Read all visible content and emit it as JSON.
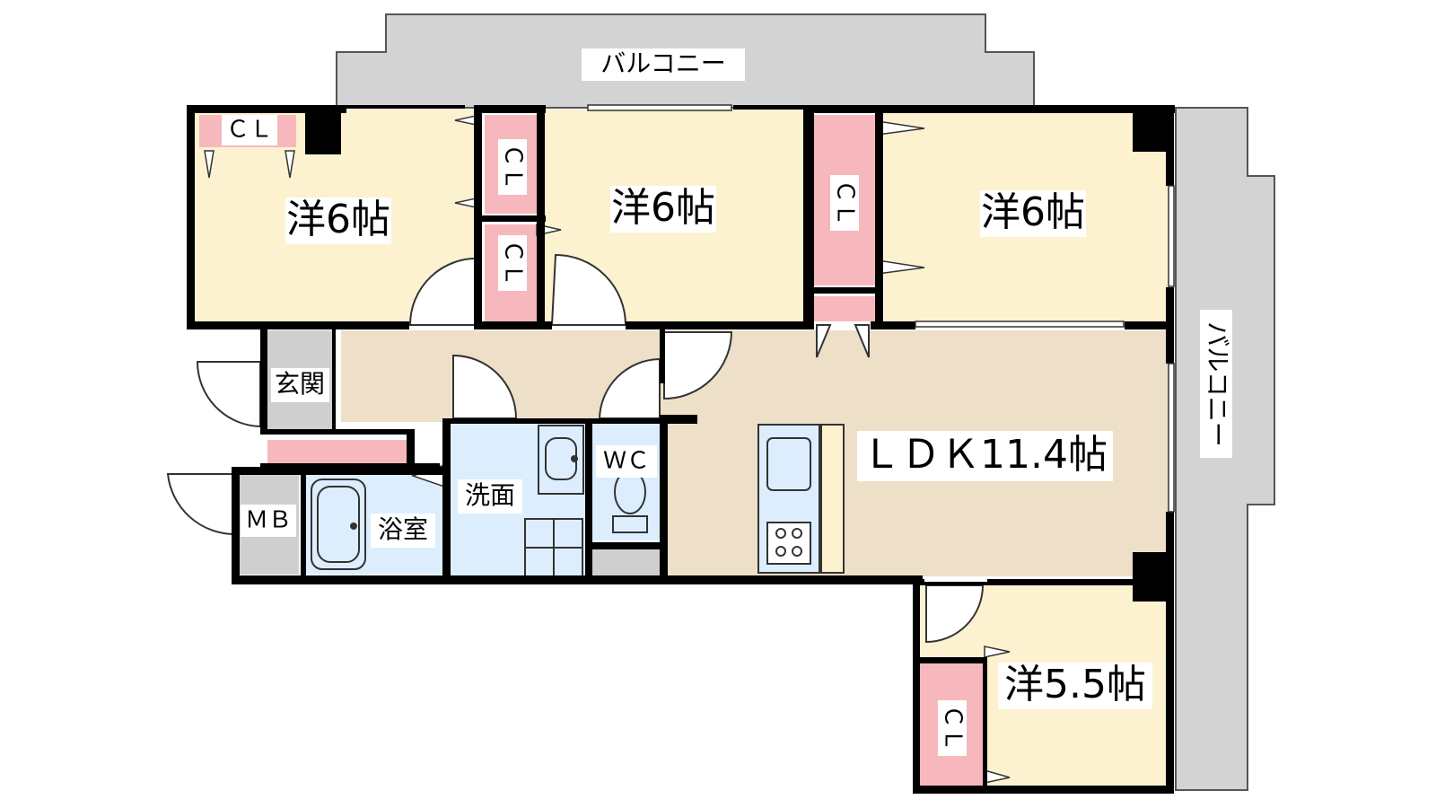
{
  "colors": {
    "balcony": "#d3d3d3",
    "bedroom": "#fdf2cf",
    "ldk": "#eddfc8",
    "wet": "#dceefe",
    "closet": "#f7b8bd",
    "utility": "#cfcfcf",
    "wall": "#000000"
  },
  "labels": {
    "balcony_top": "バルコニー",
    "balcony_right": "バルコニー",
    "room1": "洋6帖",
    "room2": "洋6帖",
    "room3": "洋6帖",
    "room4": "洋5.5帖",
    "ldk": "ＬＤＫ11.4帖",
    "genkan": "玄関",
    "senmen": "洗面",
    "yokushitsu": "浴室",
    "wc": "ＷＣ",
    "mb": "ＭＢ",
    "cl1": "ＣＬ",
    "cl2": "ＣＬ",
    "cl3": "ＣＬ",
    "cl4": "ＣＬ",
    "cl5": "ＣＬ"
  }
}
